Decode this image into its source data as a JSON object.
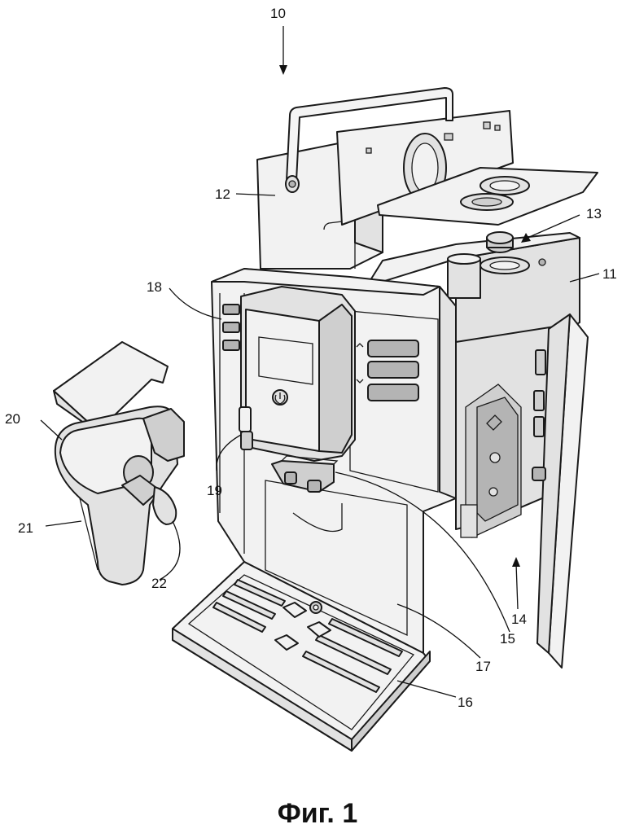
{
  "figure": {
    "caption": "Фиг. 1",
    "labels": {
      "l10": "10",
      "l11": "11",
      "l12": "12",
      "l13": "13",
      "l14": "14",
      "l15": "15",
      "l16": "16",
      "l17": "17",
      "l18": "18",
      "l19": "19",
      "l20": "20",
      "l21": "21",
      "l22": "22"
    }
  }
}
